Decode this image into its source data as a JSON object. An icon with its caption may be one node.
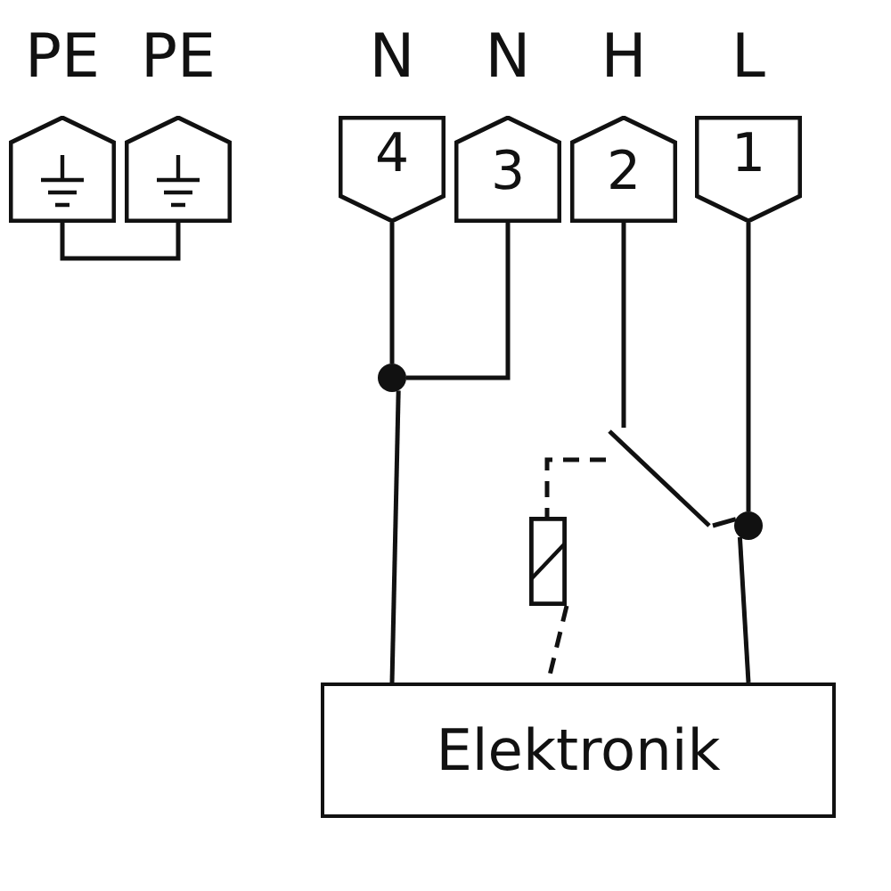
{
  "diagram": {
    "nodes": [
      {
        "text": [
          "PE"
        ]
      },
      {
        "text": [
          "PE"
        ]
      },
      {
        "text": [
          "N",
          "4"
        ]
      },
      {
        "text": [
          "N",
          "3"
        ]
      },
      {
        "text": [
          "H",
          "2"
        ]
      },
      {
        "text": [
          "L",
          "1"
        ]
      },
      {
        "text": [
          "Elektronik"
        ]
      },
      {
        "text": [],
        "shape": "circle"
      },
      {
        "text": [],
        "shape": "circle"
      },
      {
        "text": [],
        "shape": "box"
      },
      {
        "text": [],
        "shape": "switch"
      }
    ],
    "edges": [
      {
        "from": 0,
        "to": 1,
        "arrow": "none"
      },
      {
        "from": 2,
        "to": 7,
        "arrow": "none"
      },
      {
        "from": 3,
        "to": 7,
        "arrow": "none"
      },
      {
        "from": 7,
        "to": 6,
        "arrow": "none"
      },
      {
        "from": 5,
        "to": 8,
        "arrow": "none"
      },
      {
        "from": 8,
        "to": 6,
        "arrow": "none"
      },
      {
        "from": 4,
        "to": 10,
        "arrow": "none"
      },
      {
        "from": 10,
        "to": 8,
        "arrow": "none"
      },
      {
        "from": 10,
        "to": 9,
        "arrow": "none",
        "style": "dashed"
      },
      {
        "from": 9,
        "to": 6,
        "arrow": "none",
        "style": "dashed"
      }
    ]
  }
}
